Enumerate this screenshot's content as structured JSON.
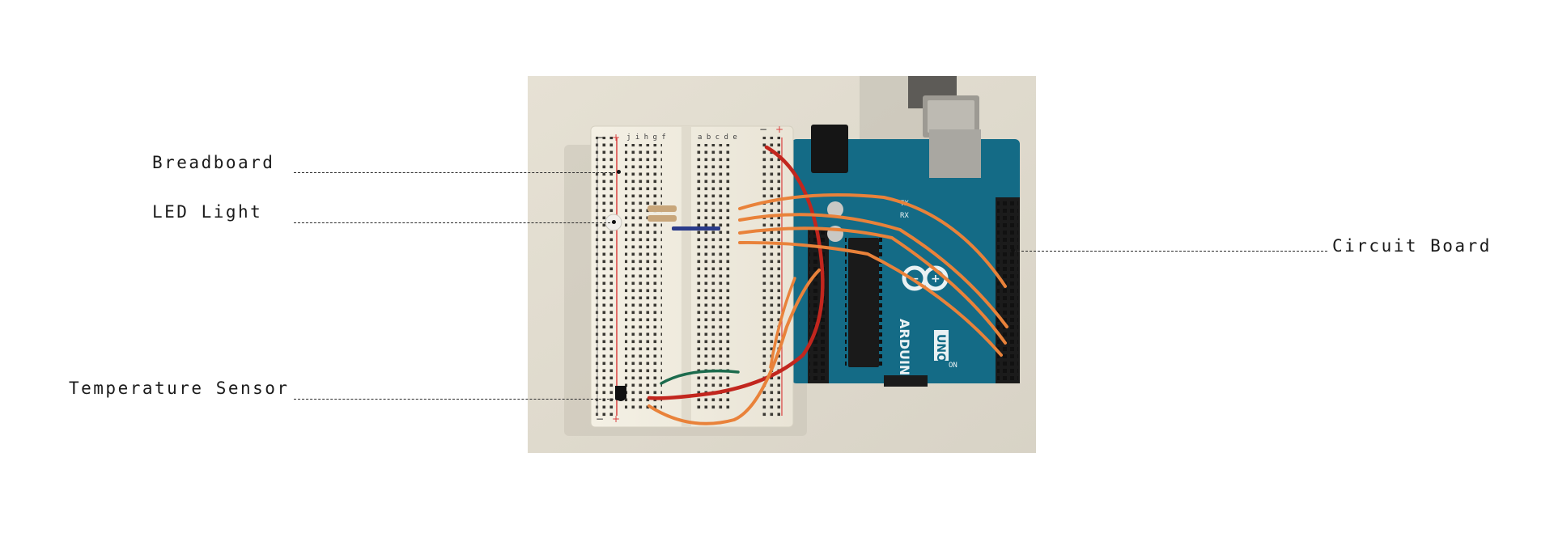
{
  "callouts": {
    "breadboard": "Breadboard",
    "led_light": "LED Light",
    "temperature_sensor": "Temperature Sensor",
    "circuit_board": "Circuit Board"
  },
  "photo": {
    "subject": "breadboard-and-arduino-photo",
    "board_text": {
      "brand": "ARDUINO",
      "model": "UNO",
      "tx": "TX",
      "rx": "RX",
      "on": "ON"
    },
    "rail_signs": {
      "minus": "−",
      "plus": "+"
    },
    "column_letters_left": "j i h g f",
    "column_letters_right": "a b c d e"
  }
}
